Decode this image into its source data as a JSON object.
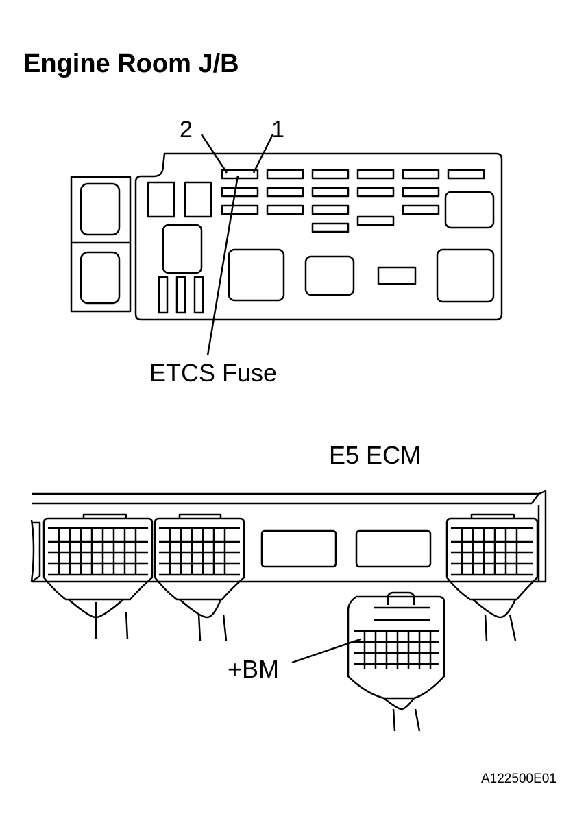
{
  "diagram": {
    "title": "Engine Room J/B",
    "fuse_box": {
      "terminal_labels": [
        "2",
        "1"
      ],
      "fuse_label": "ETCS Fuse"
    },
    "ecm": {
      "label": "E5 ECM",
      "terminal_label": "+BM"
    },
    "figure_id": "A122500E01"
  }
}
